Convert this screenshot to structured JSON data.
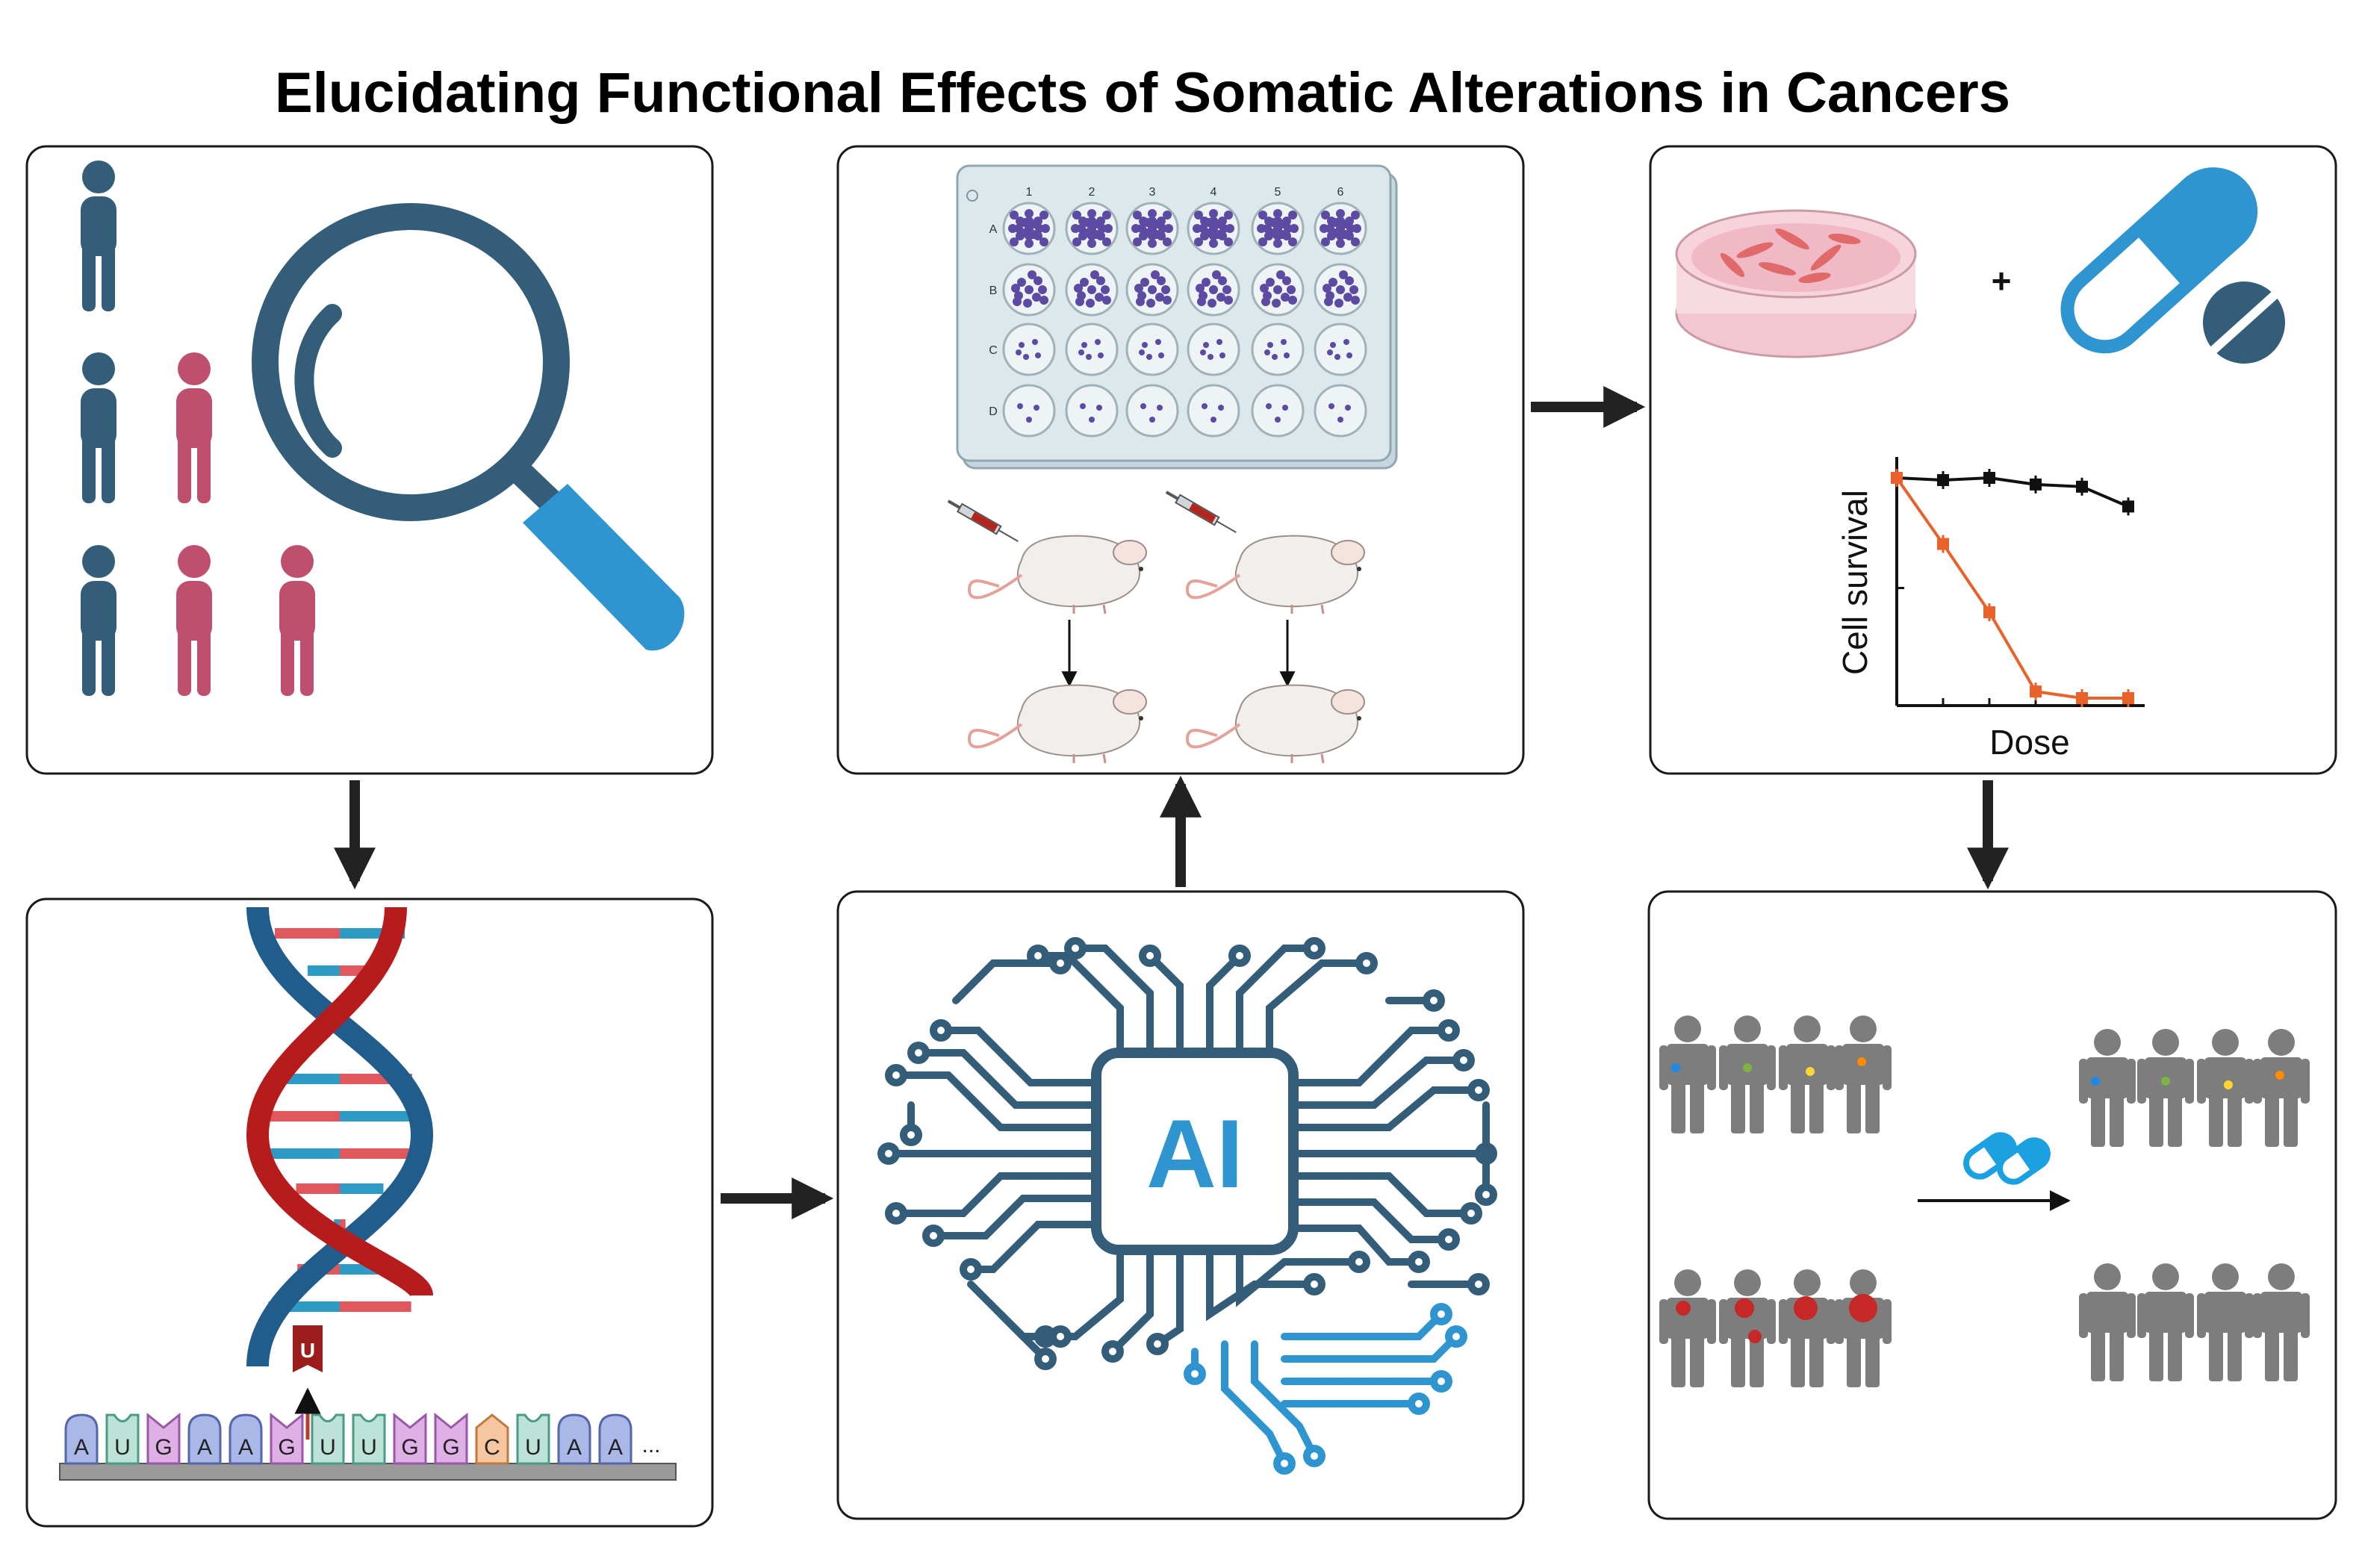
{
  "title": "Elucidating Functional Effects of Somatic Alterations in Cancers",
  "colors": {
    "navy": "#335d78",
    "pink": "#bf4f6e",
    "lightblue": "#2e95d1",
    "red": "#b71c1c",
    "orange": "#e8622a",
    "gray": "#7d7d7d"
  },
  "plate": {
    "columns": [
      "1",
      "2",
      "3",
      "4",
      "5",
      "6"
    ],
    "rows": [
      "A",
      "B",
      "C",
      "D"
    ]
  },
  "chart": {
    "ylabel": "Cell survival",
    "xlabel": "Dose"
  },
  "plus": "+",
  "ai_label": "AI",
  "rna": {
    "mutation": "U",
    "bases": [
      "A",
      "U",
      "G",
      "A",
      "A",
      "G",
      "U",
      "U",
      "G",
      "G",
      "C",
      "U",
      "A",
      "A"
    ],
    "ellipsis": "..."
  },
  "chart_data": {
    "type": "line",
    "title": "",
    "xlabel": "Dose",
    "ylabel": "Cell survival",
    "x": [
      0,
      1,
      2,
      3,
      4,
      5
    ],
    "series": [
      {
        "values": [
          1.0,
          0.99,
          1.0,
          0.97,
          0.96,
          0.87
        ],
        "color": "#111111"
      },
      {
        "values": [
          1.0,
          0.7,
          0.39,
          0.03,
          0.0,
          0.0
        ],
        "color": "#e8622a"
      }
    ],
    "grid": false
  }
}
